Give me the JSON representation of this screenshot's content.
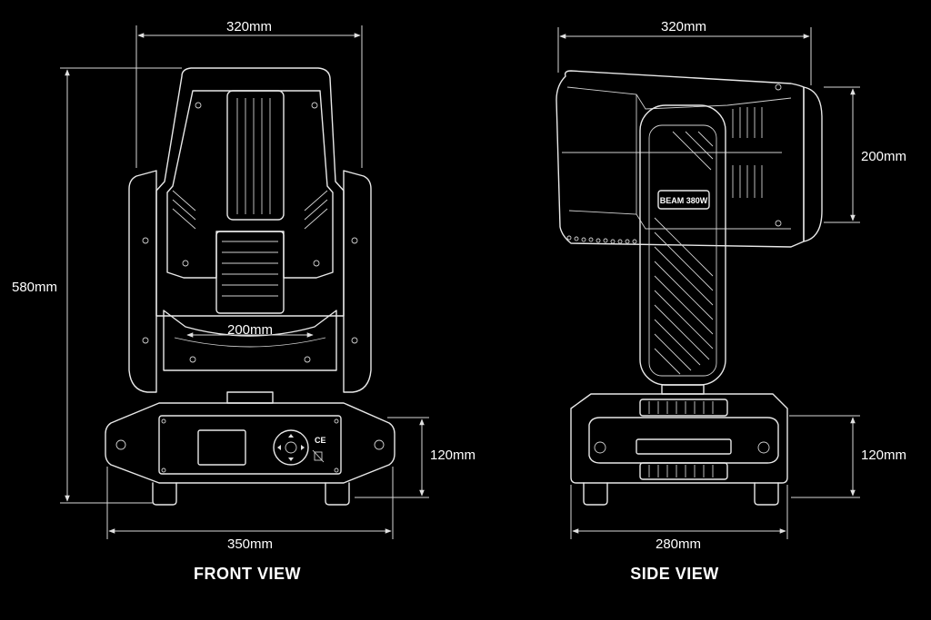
{
  "front_view": {
    "title": "FRONT VIEW",
    "width_top": "320mm",
    "height_total": "580mm",
    "lens_width": "200mm",
    "base_height": "120mm",
    "base_width": "350mm",
    "cert_mark": "CE"
  },
  "side_view": {
    "title": "SIDE VIEW",
    "width_top": "320mm",
    "head_height": "200mm",
    "base_height": "120mm",
    "base_width": "280mm",
    "badge": "BEAM 380W"
  },
  "colors": {
    "background": "#000000",
    "line": "#e8e8e8"
  }
}
